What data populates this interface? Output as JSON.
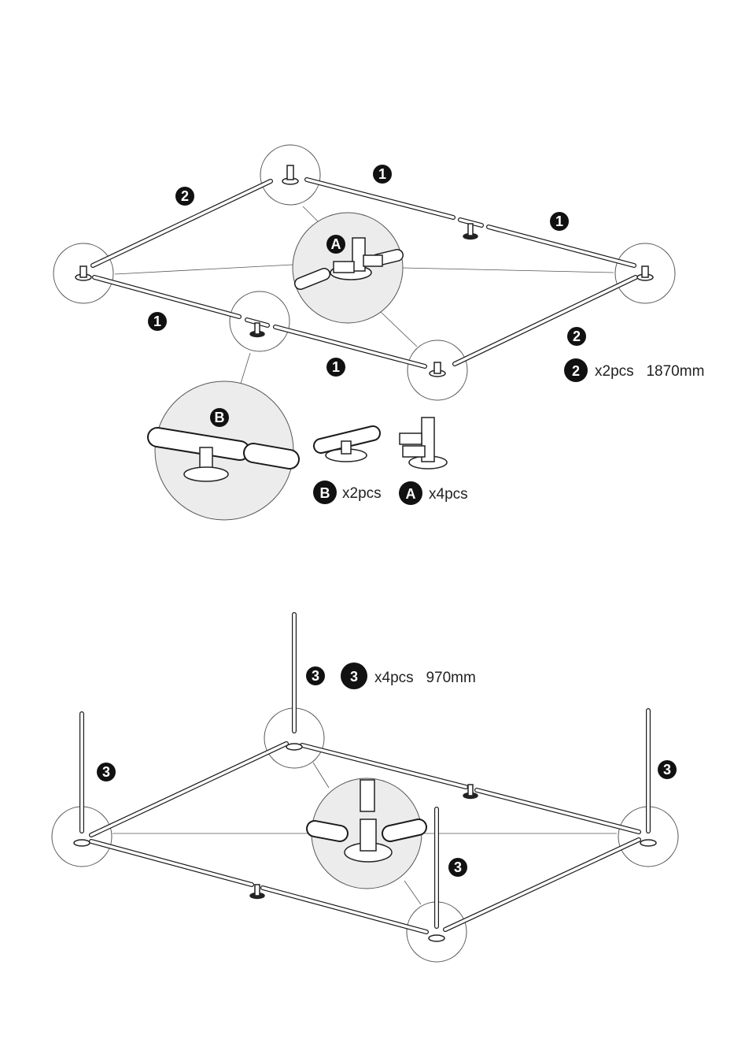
{
  "step1": {
    "callouts": {
      "pipe_top_a": "1",
      "pipe_top_b": "1",
      "pipe_left_top": "2",
      "pipe_left_bottom": "1",
      "pipe_bottom_mid": "1",
      "pipe_right_bottom": "2"
    },
    "zoom_a_label": "A",
    "zoom_b_label": "B",
    "legend": {
      "part2": {
        "badge": "2",
        "text": "x2pcs   1870mm"
      },
      "partB": {
        "badge": "B",
        "text": "x2pcs"
      },
      "partA": {
        "badge": "A",
        "text": "x4pcs"
      }
    }
  },
  "step2": {
    "callouts": {
      "pole_top": "3",
      "pole_left": "3",
      "pole_right": "3",
      "pole_bottom": "3"
    },
    "legend": {
      "part3": {
        "badge": "3",
        "text": "x4pcs   970mm"
      }
    }
  },
  "colors": {
    "ink": "#111111",
    "zoom_fill": "#ececec",
    "paper": "#ffffff"
  }
}
